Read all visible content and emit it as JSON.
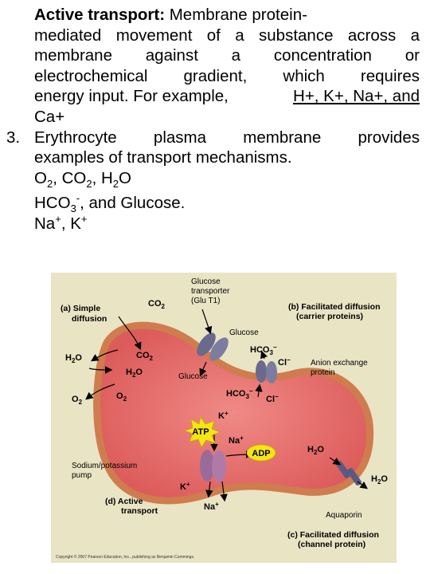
{
  "text": {
    "p1_bold": "Active transport:",
    "p1_line1_rest": " Membrane protein-",
    "p1_line2": "mediated movement of a substance across a",
    "p1_line3": "membrane against a concentration or",
    "p1_line4": "electrochemical gradient, which requires",
    "p1_line5_prefix": "energy input. For example, ",
    "p1_line5_ions": "H+, K+, Na+, and",
    "p1_line6": "Ca+",
    "item3_number": "3.",
    "item3_line1": "Erythrocyte plasma membrane provides",
    "item3_line2": "examples of transport mechanisms.",
    "line_gases": [
      "O",
      "2",
      ", CO",
      "2",
      ", H",
      "2",
      "O"
    ],
    "line_bicarb": [
      "HCO",
      "3",
      "-",
      ", and Glucose."
    ],
    "line_cations": [
      "Na",
      "+",
      ", K",
      "+"
    ]
  },
  "figure": {
    "label_a": [
      "(a) Simple",
      "diffusion"
    ],
    "label_b": [
      "(b) Facilitated diffusion",
      "(carrier proteins)"
    ],
    "label_c": [
      "(c) Facilitated diffusion",
      "(channel protein)"
    ],
    "label_d": [
      "(d) Active",
      "transport"
    ],
    "glucose_transporter": [
      "Glucose",
      "transporter",
      "(Glu T1)"
    ],
    "glucose_out": "Glucose",
    "glucose_in": "Glucose",
    "anion_exchange": [
      "Anion exchange",
      "protein"
    ],
    "sodium_pump": [
      "Sodium/potassium",
      "pump"
    ],
    "aquaporin": "Aquaporin",
    "atp": "ATP",
    "adp": "ADP",
    "copyright": "Copyright © 2007 Pearson Education, Inc., publishing as Benjamin Cummings.",
    "colors": {
      "background": "#e9e4c4",
      "cell_fill": "#e36a66",
      "cell_rim": "#cf7c4e",
      "atp_star": "#f5e613",
      "adp_oval": "#f5e613",
      "protein": "#6a6a8e"
    }
  }
}
